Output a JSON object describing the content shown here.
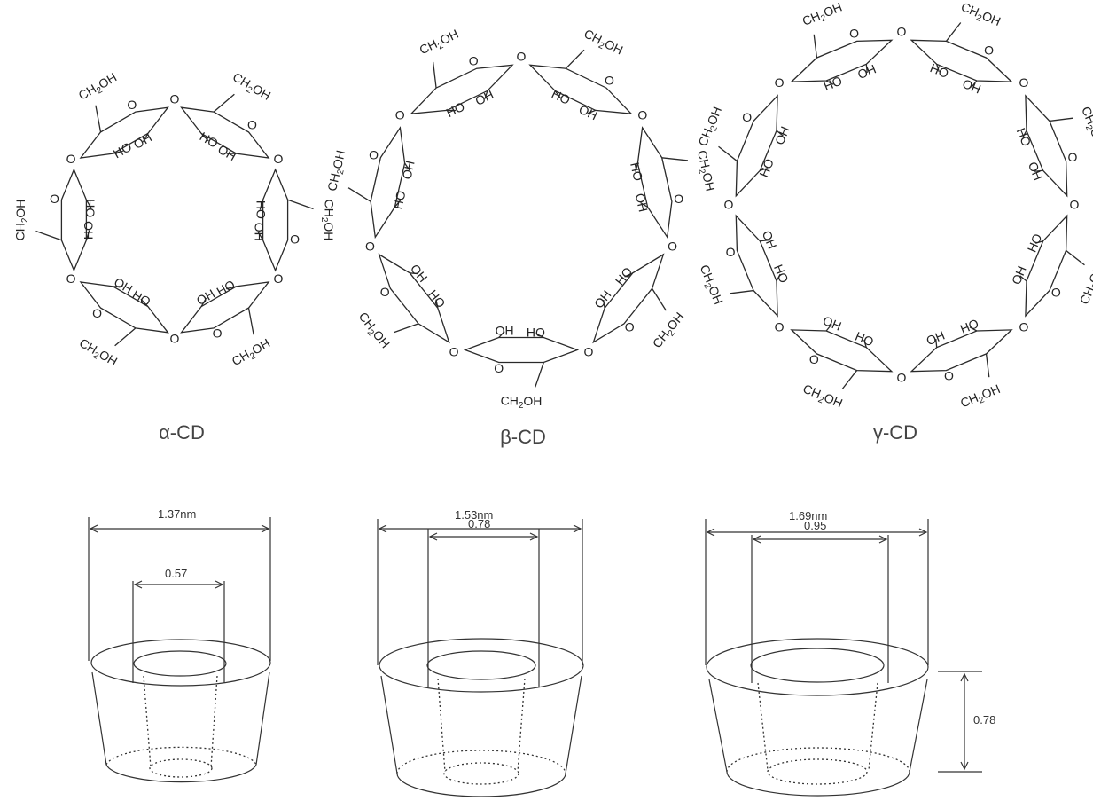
{
  "molecules": [
    {
      "id": "alpha",
      "label": "α-CD",
      "units": 6
    },
    {
      "id": "beta",
      "label": "β-CD",
      "units": 7
    },
    {
      "id": "gamma",
      "label": "γ-CD",
      "units": 8
    }
  ],
  "ring_labels": {
    "ch2oh": "CH2OH",
    "ho": "HO",
    "oh": "OH",
    "o": "O"
  },
  "cones": [
    {
      "id": "alpha",
      "outer": "1.37nm",
      "inner": "0.57"
    },
    {
      "id": "beta",
      "outer": "1.53nm",
      "inner": "0.78"
    },
    {
      "id": "gamma",
      "outer": "1.69nm",
      "inner": "0.95",
      "height": "0.78"
    }
  ]
}
